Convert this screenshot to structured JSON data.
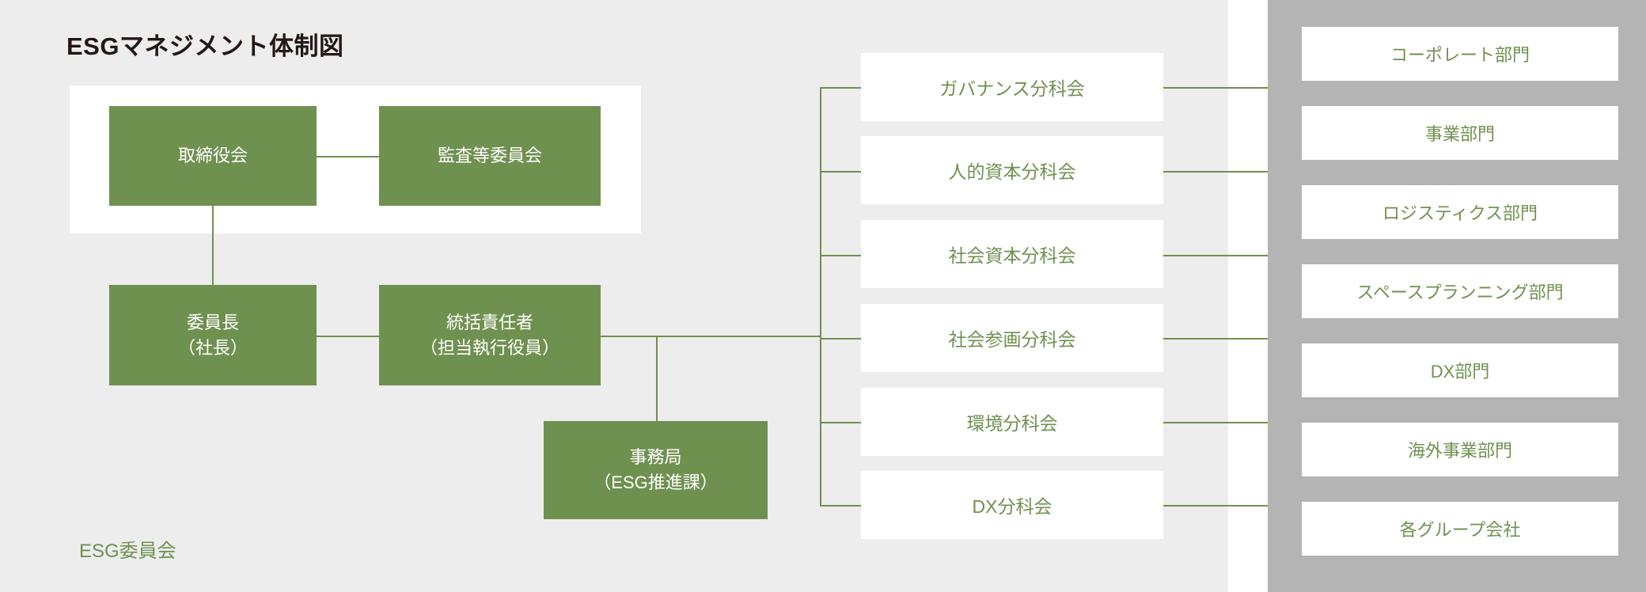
{
  "page": {
    "title": "ESGマネジメント体制図",
    "caption": "ESG委員会"
  },
  "colors": {
    "green": "#6f9150",
    "page_bg": "#ededed",
    "panel_gray": "#b4b4b4",
    "white": "#ffffff",
    "title_text": "#231815"
  },
  "governance": {
    "board": "取締役会",
    "audit_committee": "監査等委員会",
    "chairperson": "委員長\n（社長）",
    "general_manager": "統括責任者\n（担当執行役員）",
    "secretariat": "事務局\n（ESG推進課）"
  },
  "subcommittees": [
    {
      "label": "ガバナンス分科会"
    },
    {
      "label": "人的資本分科会"
    },
    {
      "label": "社会資本分科会"
    },
    {
      "label": "社会参画分科会"
    },
    {
      "label": "環境分科会"
    },
    {
      "label": "DX分科会"
    }
  ],
  "departments": [
    {
      "label": "コーポレート部門"
    },
    {
      "label": "事業部門"
    },
    {
      "label": "ロジスティクス部門"
    },
    {
      "label": "スペースプランニング部門"
    },
    {
      "label": "DX部門"
    },
    {
      "label": "海外事業部門"
    },
    {
      "label": "各グループ会社"
    }
  ]
}
